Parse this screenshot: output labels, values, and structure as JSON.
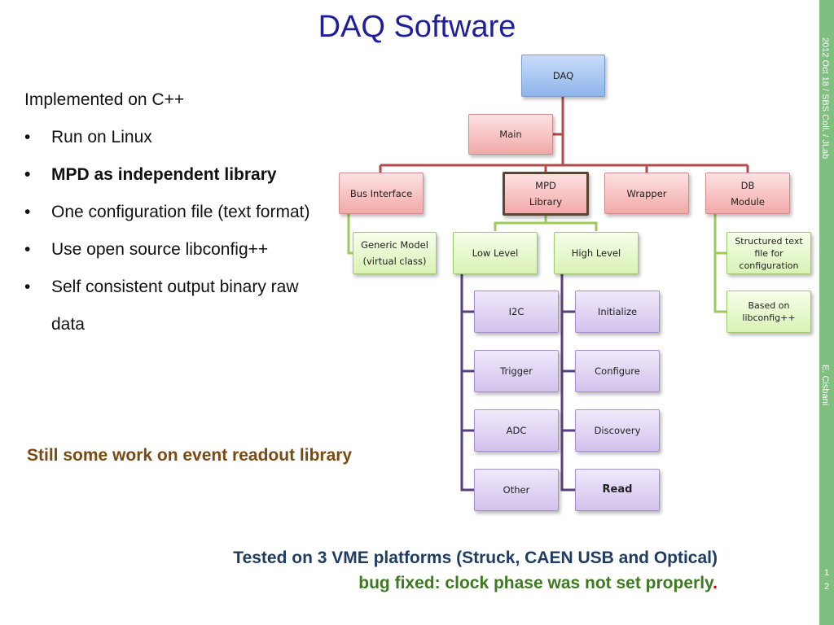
{
  "title": "DAQ Software",
  "sidebar": {
    "top_text": "2012 Oct 18 / SBS Coll. / JLab",
    "author": "E. Cisbani",
    "page_number": [
      "1",
      "2"
    ]
  },
  "bullets": {
    "intro": "Implemented on C++",
    "items": [
      "Run on Linux",
      "MPD as independent library",
      "One configuration file (text format)",
      "Use open source libconfig++",
      "Self consistent output binary raw data"
    ],
    "bullet_char": "•"
  },
  "note_still": "Still some work on event readout library",
  "tested": {
    "line1": "Tested on 3 VME platforms (Struck, CAEN USB and Optical)",
    "line2": "bug fixed: clock phase was not set properly",
    "line2_end": "."
  },
  "diagram": {
    "daq": "DAQ",
    "main": "Main",
    "bus_interface": "Bus Interface",
    "mpd_line1": "MPD",
    "mpd_line2": "Library",
    "wrapper": "Wrapper",
    "db_line1": "DB",
    "db_line2": "Module",
    "generic_line1": "Generic Model",
    "generic_line2": "(virtual class)",
    "low_level": "Low Level",
    "high_level": "High Level",
    "structured": "Structured text file for configuration",
    "based_on": "Based on libconfig++",
    "low_items": [
      "I2C",
      "Trigger",
      "ADC",
      "Other"
    ],
    "high_items": [
      "Initialize",
      "Configure",
      "Discovery",
      "Read"
    ]
  },
  "colors": {
    "title": "#1f1f9c",
    "sidebar": "#7fbf7f",
    "still_note": "#7a4a12",
    "tested_line1": "#1f3d63",
    "tested_line2": "#3d7a1f",
    "red_dot": "#d40000",
    "connector_red": "#b34a4a",
    "connector_green": "#9ccb5a",
    "connector_purple": "#5a3f80"
  }
}
